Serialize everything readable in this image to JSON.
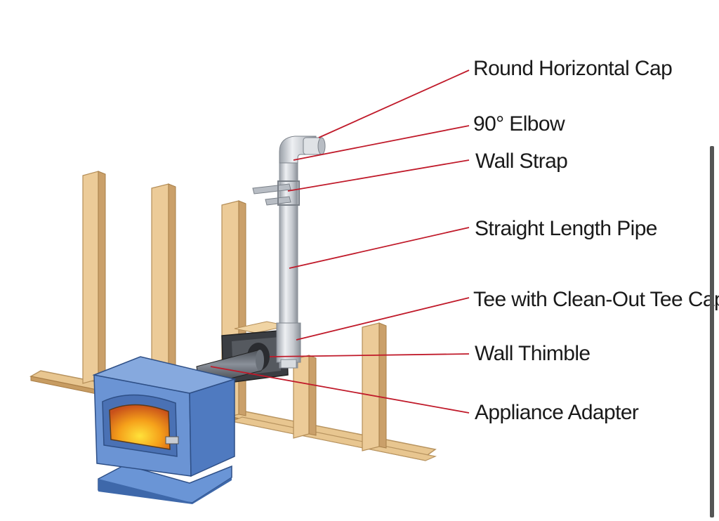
{
  "diagram": {
    "labels": [
      {
        "id": "round-horizontal-cap",
        "text": "Round Horizontal Cap"
      },
      {
        "id": "elbow-90",
        "text": "90° Elbow"
      },
      {
        "id": "wall-strap",
        "text": "Wall Strap"
      },
      {
        "id": "straight-length-pipe",
        "text": "Straight Length Pipe"
      },
      {
        "id": "tee-clean-out",
        "text": "Tee with Clean-Out Tee Cap"
      },
      {
        "id": "wall-thimble",
        "text": "Wall Thimble"
      },
      {
        "id": "appliance-adapter",
        "text": "Appliance Adapter"
      }
    ],
    "colors": {
      "leader": "#c01a2a",
      "stud": "#e6c08c",
      "stove": "#5b86c8",
      "pipe": "#c8ccd2",
      "fire": "#f2a419"
    }
  }
}
